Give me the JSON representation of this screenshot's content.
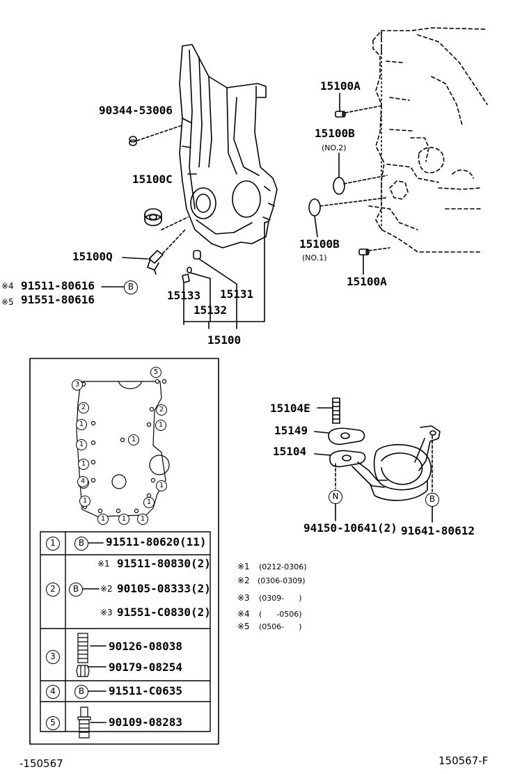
{
  "top_left": {
    "part_90344": "90344-53006",
    "part_15100C": "15100C",
    "part_15100Q": "15100Q",
    "note_4_mark": "※4",
    "note_4_part": "91511-80616",
    "note_5_mark": "※5",
    "note_5_part": "91551-80616",
    "bolt_symbol": "B",
    "part_15133": "15133",
    "part_15131": "15131",
    "part_15132": "15132",
    "part_15100": "15100"
  },
  "top_right": {
    "part_15100A_top": "15100A",
    "part_15100B_no2": "15100B",
    "no2": "(NO.2)",
    "part_15100B_no1": "15100B",
    "no1": "(NO.1)",
    "part_15100A_bottom": "15100A"
  },
  "gasket_diagram": {
    "positions": [
      {
        "num": "5"
      },
      {
        "num": "3"
      },
      {
        "num": "2"
      },
      {
        "num": "2"
      },
      {
        "num": "1"
      },
      {
        "num": "1"
      },
      {
        "num": "1"
      },
      {
        "num": "1"
      },
      {
        "num": "1"
      },
      {
        "num": "1"
      },
      {
        "num": "1"
      },
      {
        "num": "1"
      },
      {
        "num": "4"
      },
      {
        "num": "1"
      },
      {
        "num": "1"
      },
      {
        "num": "1"
      },
      {
        "num": "1"
      }
    ]
  },
  "bolt_table": {
    "rows": [
      {
        "idx": "1",
        "sym": "B",
        "lines": [
          {
            "mark": "",
            "part": "91511-80620",
            "qty": "(11)"
          }
        ]
      },
      {
        "idx": "2",
        "sym": "B",
        "lines": [
          {
            "mark": "※1",
            "part": "91511-80830",
            "qty": "(2)"
          },
          {
            "mark": "※2",
            "part": "90105-08333",
            "qty": "(2)"
          },
          {
            "mark": "※3",
            "part": "91551-C0830",
            "qty": "(2)"
          }
        ]
      },
      {
        "idx": "3",
        "sym": "",
        "lines": [
          {
            "mark": "",
            "part": "90126-08038",
            "qty": ""
          },
          {
            "mark": "",
            "part": "90179-08254",
            "qty": ""
          }
        ]
      },
      {
        "idx": "4",
        "sym": "B",
        "lines": [
          {
            "mark": "",
            "part": "91511-C0635",
            "qty": ""
          }
        ]
      },
      {
        "idx": "5",
        "sym": "",
        "lines": [
          {
            "mark": "",
            "part": "90109-08283",
            "qty": ""
          }
        ]
      }
    ]
  },
  "notes": [
    {
      "mark": "※1",
      "text": "(0212-0306)"
    },
    {
      "mark": "※2",
      "text": "(0306-0309)"
    },
    {
      "mark": "※3",
      "text": "(0309-      )"
    },
    {
      "mark": "※4",
      "text": "(      -0506)"
    },
    {
      "mark": "※5",
      "text": "(0506-      )"
    }
  ],
  "strainer": {
    "part_15104E": "15104E",
    "part_15149": "15149",
    "part_15104": "15104",
    "nut_symbol": "N",
    "nut_part": "94150-10641(2)",
    "bolt_symbol": "B",
    "bolt_part": "91641-80612"
  },
  "footer": {
    "left": "-150567",
    "right": "150567-F"
  }
}
